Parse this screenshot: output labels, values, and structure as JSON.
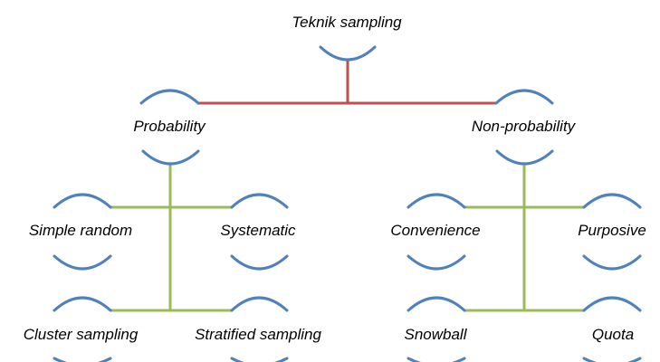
{
  "colors": {
    "arc": "#4f81bd",
    "root_connector": "#c0504d",
    "branch_connector": "#9bbb59",
    "text": "#000000"
  },
  "nodes": {
    "root": {
      "label": "Teknik sampling"
    },
    "probability": {
      "label": "Probability"
    },
    "non_probability": {
      "label": "Non-probability"
    },
    "simple_random": {
      "label": "Simple random"
    },
    "systematic": {
      "label": "Systematic"
    },
    "cluster": {
      "label": "Cluster sampling"
    },
    "stratified": {
      "label": "Stratified sampling"
    },
    "convenience": {
      "label": "Convenience"
    },
    "purposive": {
      "label": "Purposive"
    },
    "snowball": {
      "label": "Snowball"
    },
    "quota": {
      "label": "Quota"
    }
  }
}
